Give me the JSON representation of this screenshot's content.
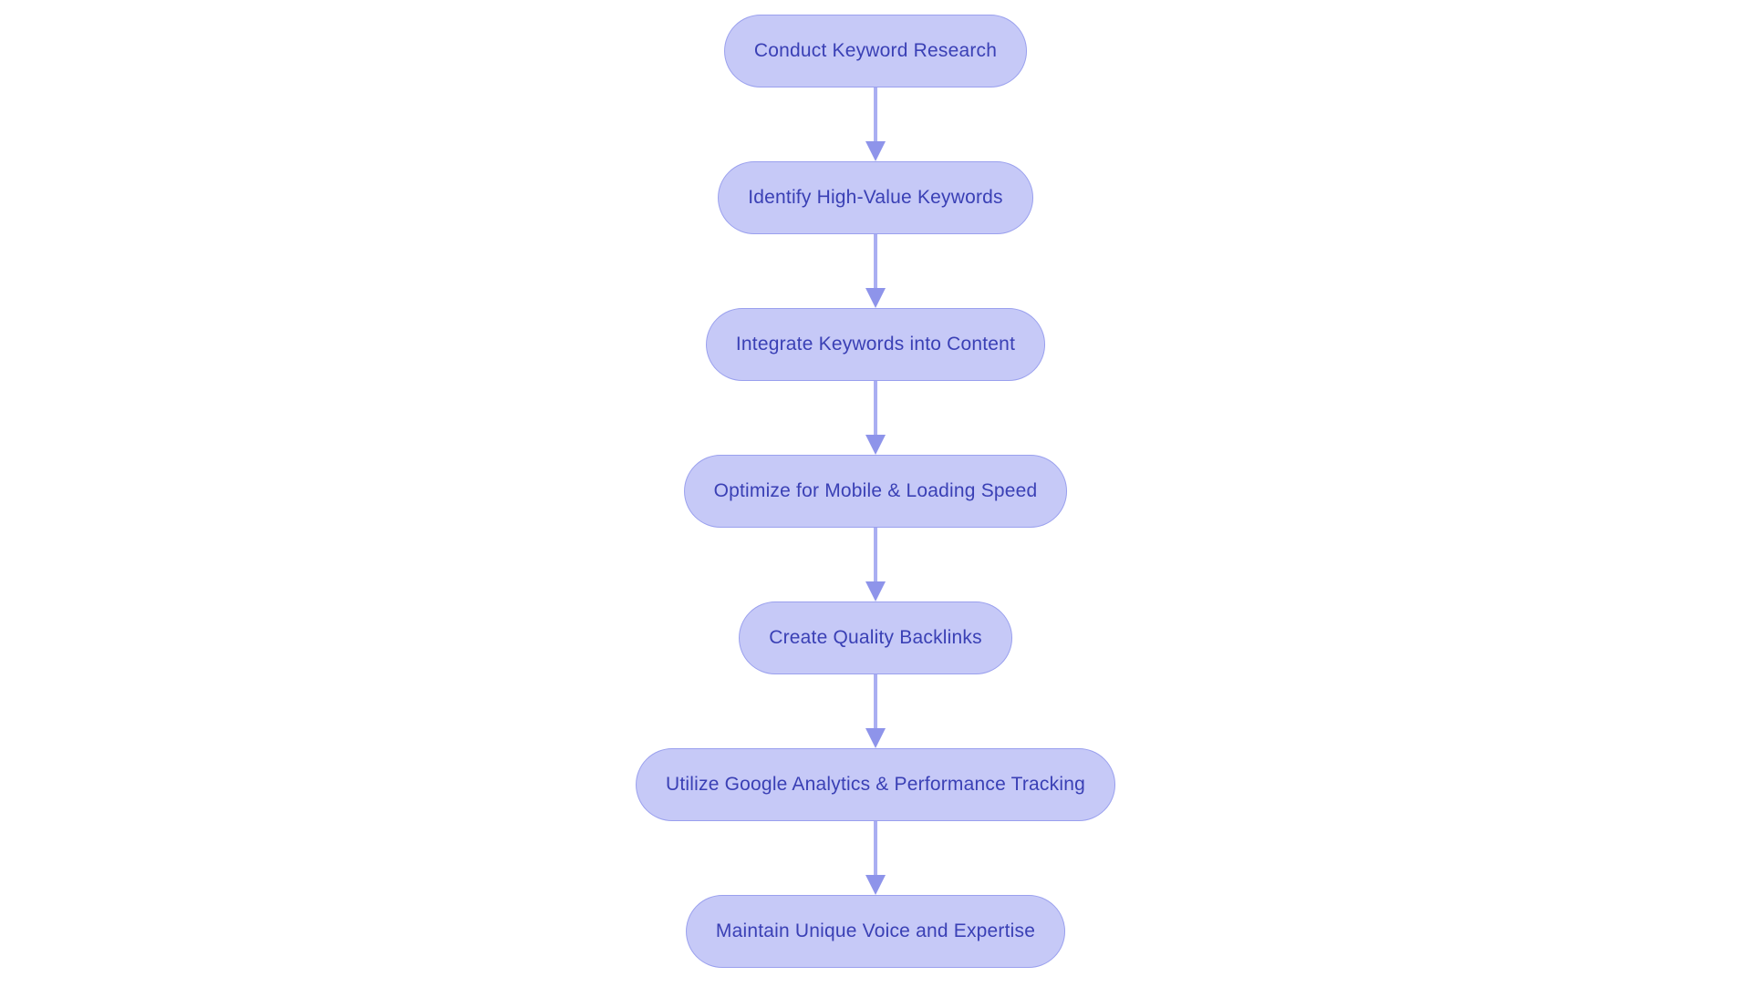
{
  "diagram": {
    "type": "flowchart",
    "direction": "top-down",
    "steps": [
      {
        "label": "Conduct Keyword Research"
      },
      {
        "label": "Identify High-Value Keywords"
      },
      {
        "label": "Integrate Keywords into Content"
      },
      {
        "label": "Optimize for Mobile & Loading Speed"
      },
      {
        "label": "Create Quality Backlinks"
      },
      {
        "label": "Utilize Google Analytics & Performance Tracking"
      },
      {
        "label": "Maintain Unique Voice and Expertise"
      }
    ],
    "connections": [
      {
        "from": 0,
        "to": 1
      },
      {
        "from": 1,
        "to": 2
      },
      {
        "from": 2,
        "to": 3
      },
      {
        "from": 3,
        "to": 4
      },
      {
        "from": 4,
        "to": 5
      },
      {
        "from": 5,
        "to": 6
      }
    ]
  },
  "colors": {
    "background": "#ffffff",
    "node_fill": "#c6c9f7",
    "node_border": "#9aa0ee",
    "node_text": "#3a40b5",
    "arrow_stem": "#a9aef2",
    "arrow_head": "#8e94ea"
  }
}
